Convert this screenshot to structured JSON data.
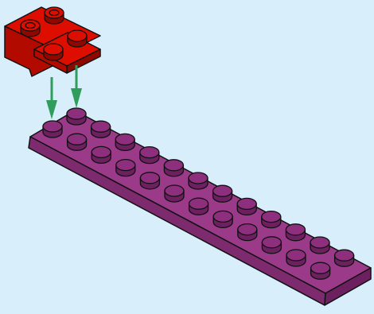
{
  "instruction": {
    "step": "attach-bracket-to-plate",
    "moving_part": {
      "name": "bracket-1x2-2x2",
      "color": "#dd0e00",
      "color_side": "#b30a00",
      "color_dark": "#8f0800"
    },
    "base_part": {
      "name": "plate-2x12",
      "color": "#9a3a88",
      "color_side": "#7e2a6f",
      "color_front": "#6c2060"
    },
    "arrows": {
      "count": 2,
      "color": "#2f9e5c"
    },
    "background": "#d8eefa",
    "outline": "#111111"
  }
}
